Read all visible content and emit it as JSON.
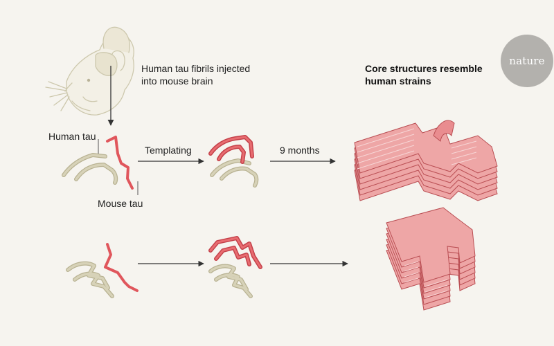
{
  "headline": {
    "line1": "Core structures resemble",
    "line2": "human strains"
  },
  "logo_text": "nature",
  "labels": {
    "injection_line1": "Human tau fibrils injected",
    "injection_line2": "into mouse brain",
    "human_tau": "Human tau",
    "mouse_tau": "Mouse tau",
    "templating": "Templating",
    "nine_months": "9 months"
  },
  "colors": {
    "background": "#f6f4ef",
    "human_tau_strand": "#c9c3a6",
    "mouse_tau_strand": "#e0565c",
    "fibril_fill": "#eea6a6",
    "fibril_edge": "#b94d52",
    "arrow": "#333333",
    "logo_circle": "#b3b1ad"
  },
  "icons": {
    "mouse": "mouse-head-outline-icon",
    "arrow": "right-arrow-icon"
  }
}
